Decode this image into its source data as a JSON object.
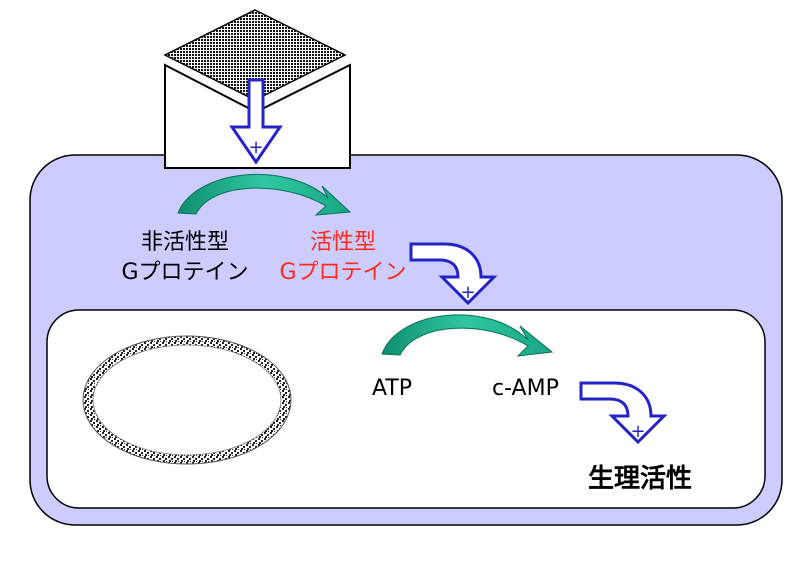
{
  "diagram": {
    "inactive_g": {
      "line1": "非活性型",
      "line2": "Gプロテイン"
    },
    "active_g": {
      "line1": "活性型",
      "line2": "Gプロテイン"
    },
    "atp": "ATP",
    "camp": "c-AMP",
    "result": "生理活性",
    "plus_sign": "+"
  },
  "colors": {
    "cell_fill": "#ccccff",
    "arrow_outline": "#2323c8",
    "curve_arrow": "#1fa98c",
    "active_text": "#ff2a1a"
  }
}
